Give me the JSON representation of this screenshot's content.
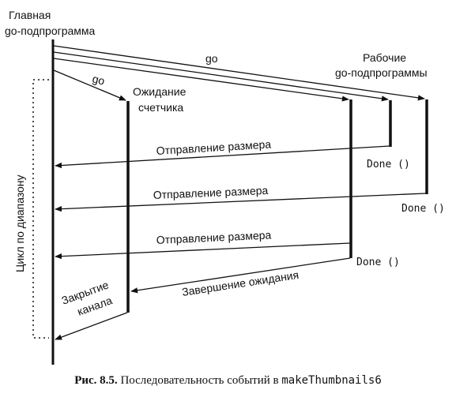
{
  "labels": {
    "main_line1": "Главная",
    "main_line2": "go-подпрограмма",
    "workers_line1": "Рабочие",
    "workers_line2": "go-подпрограммы",
    "go_upper": "go",
    "go_lower": "go",
    "wait_line1": "Ожидание",
    "wait_line2": "счетчика",
    "send_size_1": "Отправление размера",
    "send_size_2": "Отправление размера",
    "send_size_3": "Отправление размера",
    "done_1": "Done ()",
    "done_2": "Done ()",
    "done_3": "Done ()",
    "wait_end": "Завершение ожидания",
    "close_line1": "Закрытие",
    "close_line2": "канала",
    "range_loop": "Цикл по диапазону"
  },
  "caption": {
    "prefix": "Рис. 8.5.",
    "text": " Последовательность событий в ",
    "code": "makeThumbnails6"
  }
}
